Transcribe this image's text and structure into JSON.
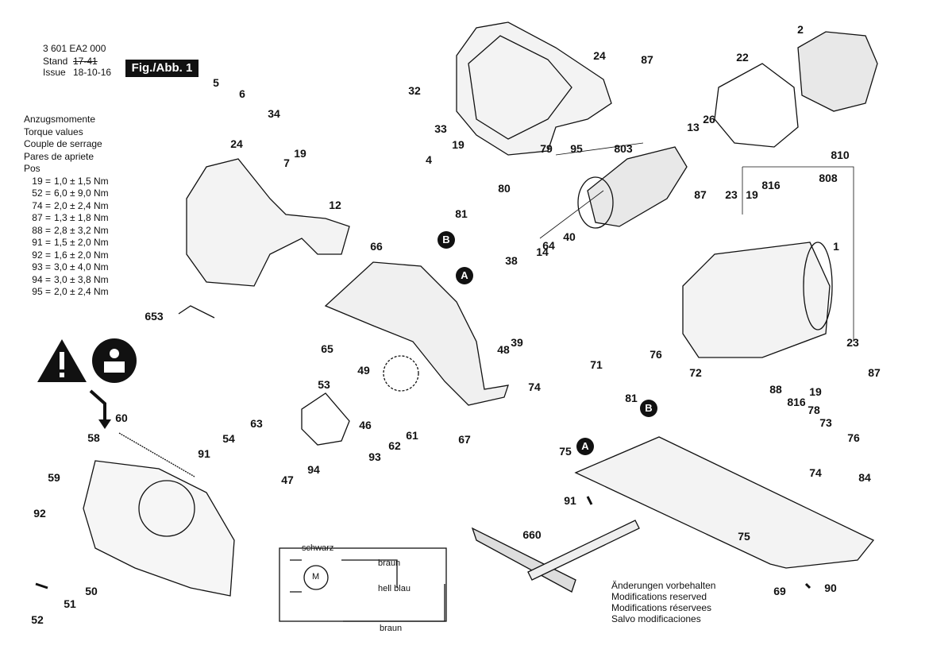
{
  "header": {
    "part_number": "3 601 EA2 000",
    "stand_label": "Stand",
    "issue_label": "Issue",
    "stand_value": "17-41",
    "issue_value": "18-10-16",
    "fig_label": "Fig./Abb. 1"
  },
  "torque": {
    "titles": [
      "Anzugsmomente",
      "Torque values",
      "Couple de serrage",
      "Pares de apriete",
      "Pos"
    ],
    "rows": [
      {
        "pos": "19 =",
        "value": "1,0 ± 1,5 Nm"
      },
      {
        "pos": "52 =",
        "value": "6,0 ± 9,0 Nm"
      },
      {
        "pos": "74 =",
        "value": "2,0 ± 2,4 Nm"
      },
      {
        "pos": "87 =",
        "value": "1,3 ± 1,8 Nm"
      },
      {
        "pos": "88 =",
        "value": "2,8 ± 3,2 Nm"
      },
      {
        "pos": "91 =",
        "value": "1,5 ± 2,0 Nm"
      },
      {
        "pos": "92 =",
        "value": "1,6 ± 2,0 Nm"
      },
      {
        "pos": "93 =",
        "value": "3,0 ± 4,0 Nm"
      },
      {
        "pos": "94 =",
        "value": "3,0 ± 3,8 Nm"
      },
      {
        "pos": "95 =",
        "value": "2,0 ± 2,4 Nm"
      }
    ]
  },
  "callouts": [
    "2",
    "22",
    "87",
    "24",
    "5",
    "6",
    "32",
    "34",
    "33",
    "19",
    "4",
    "24",
    "7",
    "19",
    "12",
    "79",
    "95",
    "803",
    "13",
    "26",
    "80",
    "81",
    "14",
    "64",
    "40",
    "810",
    "87",
    "23",
    "19",
    "816",
    "808",
    "1",
    "66",
    "38",
    "653",
    "65",
    "49",
    "48",
    "39",
    "71",
    "76",
    "72",
    "23",
    "87",
    "74",
    "81",
    "88",
    "816",
    "19",
    "53",
    "78",
    "73",
    "46",
    "63",
    "60",
    "54",
    "67",
    "61",
    "62",
    "76",
    "91",
    "58",
    "93",
    "94",
    "47",
    "75",
    "59",
    "84",
    "74",
    "92",
    "91",
    "660",
    "75",
    "50",
    "69",
    "90",
    "52",
    "51"
  ],
  "markers": [
    "A",
    "B",
    "A",
    "B"
  ],
  "wiring": {
    "left_label": "schwarz",
    "motor_label": "M",
    "wire_top": "braun",
    "wire_mid": "hell blau",
    "wire_bottom": "braun"
  },
  "notes": [
    "Änderungen vorbehalten",
    "Modifications reserved",
    "Modifications réservees",
    "Salvo modificaciones"
  ],
  "colors": {
    "ink": "#111111",
    "paper": "#ffffff",
    "shade": "#cfcfcf"
  },
  "icons": [
    "warning-triangle-icon",
    "read-manual-icon"
  ]
}
